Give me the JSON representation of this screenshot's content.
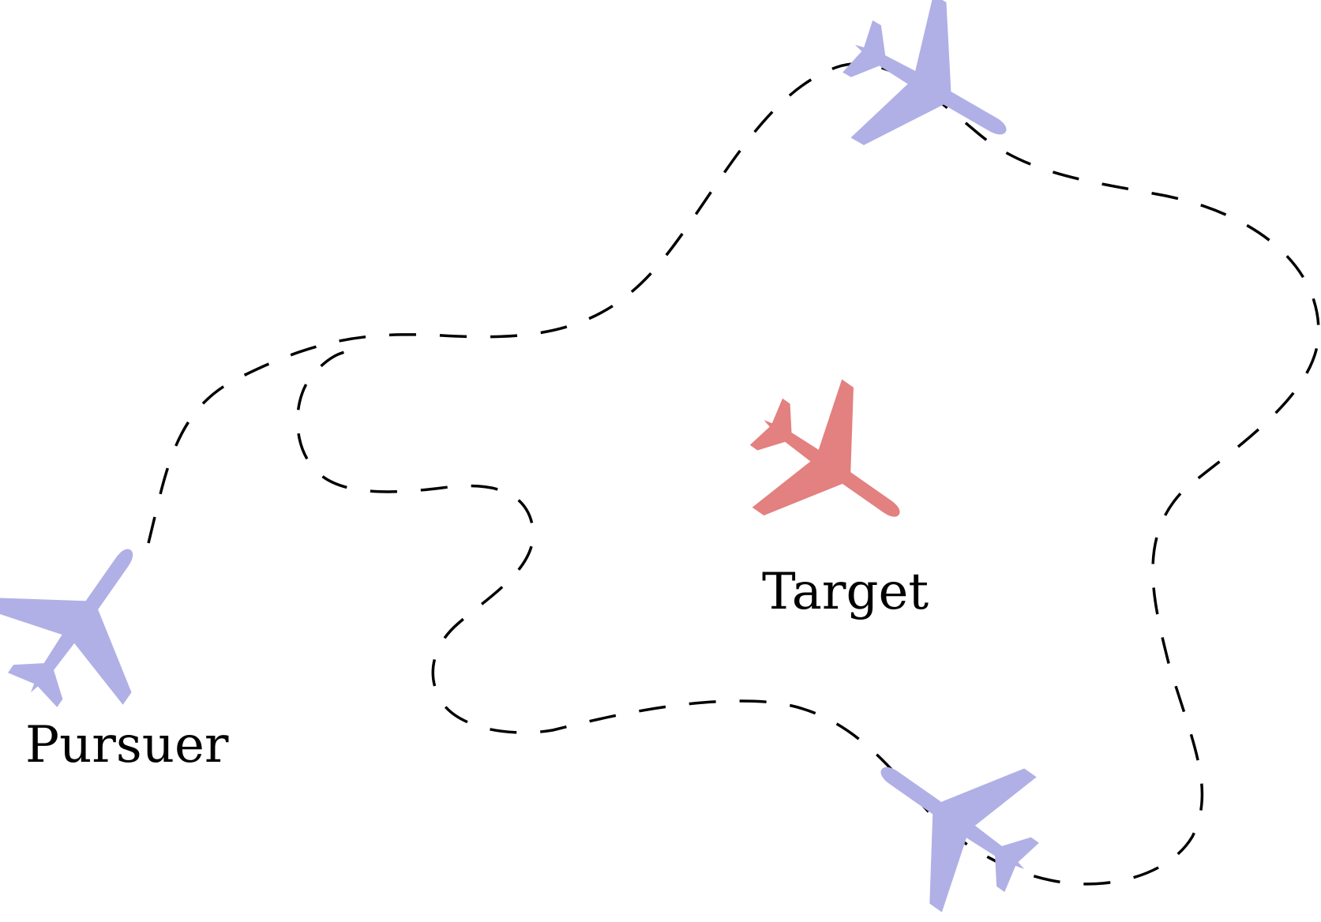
{
  "labels": {
    "pursuer": "Pursuer",
    "target": "Target"
  },
  "colors": {
    "pursuer_aircraft": "#b0b0e6",
    "target_aircraft": "#e38080",
    "trajectory": "#000000",
    "background": "#ffffff"
  },
  "aircraft": {
    "pursuer": {
      "icon": "airplane-icon",
      "count": 3
    },
    "target": {
      "icon": "airplane-icon",
      "count": 1
    }
  },
  "trajectory": {
    "style": "dashed",
    "shape": "closed-loop"
  }
}
